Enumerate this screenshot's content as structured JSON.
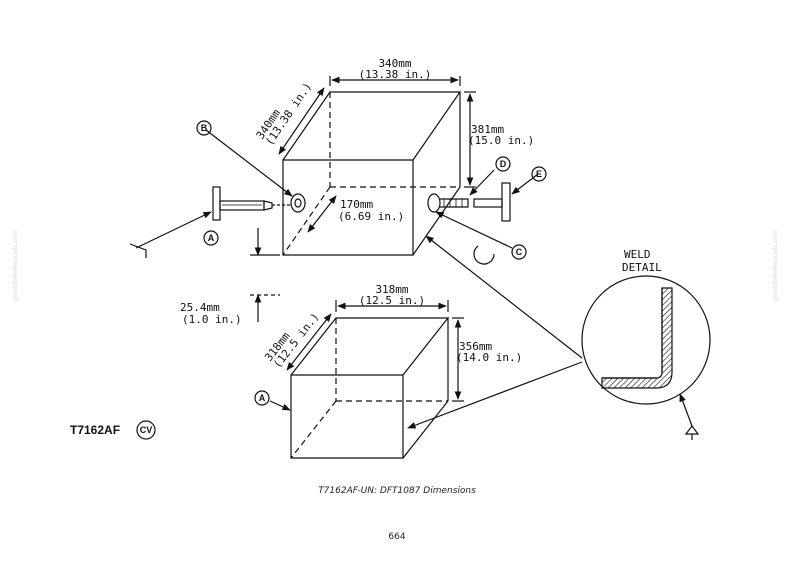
{
  "figure": {
    "model": "T7162AF",
    "model_badge": "CV",
    "caption": "T7162AF-UN: DFT1087 Dimensions",
    "page_number": "664",
    "watermark_left": "greenfarmmanuals.com",
    "watermark_right": "greenfarmmanuals.com"
  },
  "upper_box": {
    "width_mm": "340mm",
    "width_in": "(13.38 in.)",
    "depth_mm": "340mm",
    "depth_in": "(13.38 in.)",
    "height_mm": "381mm",
    "height_in": "(15.0 in.)",
    "inner_mm": "170mm",
    "inner_in": "(6.69 in.)",
    "offset_mm": "25.4mm",
    "offset_in": "(1.0 in.)"
  },
  "lower_box": {
    "width_mm": "318mm",
    "width_in": "(12.5 in.)",
    "depth_mm": "318mm",
    "depth_in": "(12.5 in.)",
    "height_mm": "356mm",
    "height_in": "(14.0 in.)"
  },
  "callouts": {
    "a1": "A",
    "a2": "A",
    "b": "B",
    "c": "C",
    "d": "D",
    "e": "E"
  },
  "weld_detail": {
    "title_line1": "WELD",
    "title_line2": "DETAIL"
  }
}
